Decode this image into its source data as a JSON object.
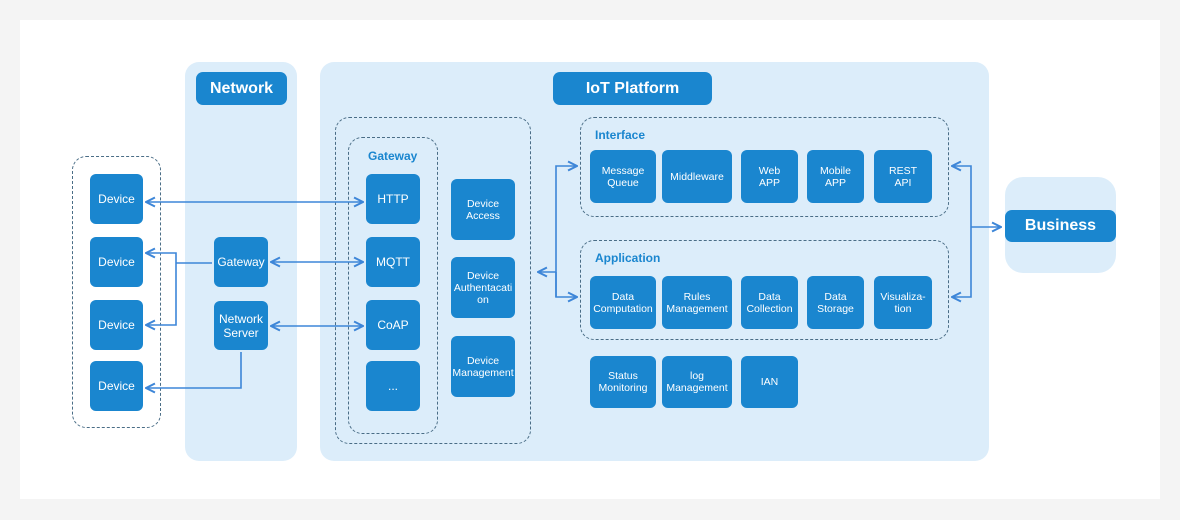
{
  "network": {
    "title": "Network",
    "gateway": "Gateway",
    "network_server": "Network\nServer"
  },
  "devices": [
    "Device",
    "Device",
    "Device",
    "Device"
  ],
  "platform": {
    "title": "IoT Platform",
    "gateway_label": "Gateway",
    "protocols": [
      "HTTP",
      "MQTT",
      "CoAP",
      "..."
    ],
    "device_services": [
      "Device\nAccess",
      "Device\nAuthentacati\non",
      "Device\nManagement"
    ],
    "interface": {
      "label": "Interface",
      "items": [
        "Message\nQueue",
        "Middleware",
        "Web\nAPP",
        "Mobile\nAPP",
        "REST\nAPI"
      ]
    },
    "application": {
      "label": "Application",
      "items": [
        "Data\nComputation",
        "Rules\nManagement",
        "Data\nCollection",
        "Data\nStorage",
        "Visualiza-\ntion"
      ]
    },
    "extras": [
      "Status\nMonitoring",
      "log\nManagement",
      "IAN"
    ]
  },
  "business": {
    "title": "Business"
  },
  "colors": {
    "accent": "#1a86cf",
    "panel": "#dcedfa",
    "arrow": "#3d86d8",
    "dash": "#4a6d86"
  }
}
